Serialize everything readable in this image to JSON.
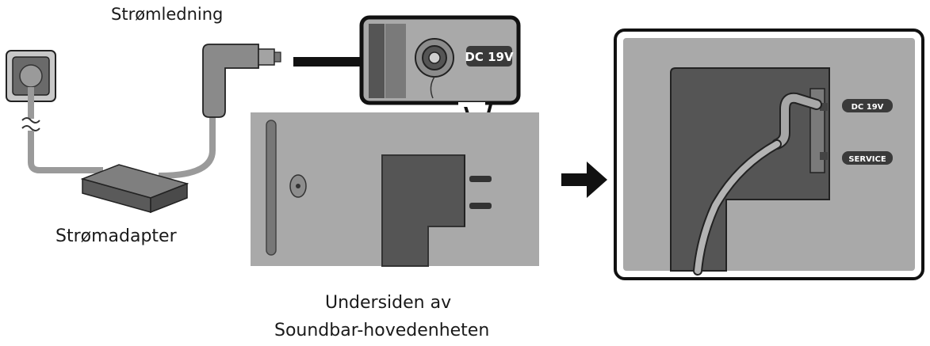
{
  "labels": {
    "power_cord": "Strømledning",
    "power_adapter": "Strømadapter",
    "underside_line1": "Undersiden av",
    "underside_line2": "Soundbar-hovedenheten"
  },
  "ports": {
    "dc_in": "DC 19V",
    "service": "SERVICE"
  },
  "colors": {
    "panel_gray": "#a9a9a9",
    "dark_gray": "#5a5a5a",
    "cable_gray": "#9a9a9a",
    "outline": "#111111"
  }
}
